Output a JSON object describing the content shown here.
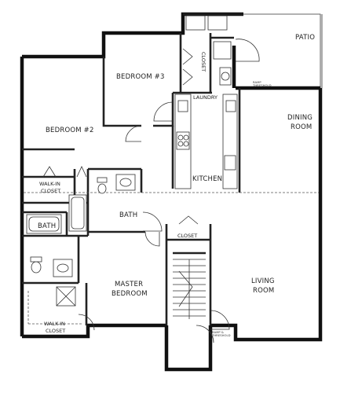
{
  "rooms": {
    "patio": "PATIO",
    "bedroom3": "BEDROOM #3",
    "closet_top": "CLOSET",
    "laundry": "LAUNDRY",
    "dining": [
      "DINING",
      "ROOM"
    ],
    "bedroom2": "BEDROOM #2",
    "kitchen": "KITCHEN",
    "walkin1": [
      "WALK-IN",
      "CLOSET"
    ],
    "bath1": "BATH",
    "bath2": "BATH",
    "closet_stair": "CLOSET",
    "living": [
      "LIVING",
      "ROOM"
    ],
    "master": [
      "MASTER",
      "BEDROOM"
    ],
    "walkin2": [
      "WALK-IN",
      "CLOSET"
    ]
  },
  "notes": {
    "patio_threshold": [
      "RAMP",
      "THRESHOLD"
    ],
    "entry_threshold": [
      "RAMP &",
      "THRESHOLD"
    ]
  }
}
